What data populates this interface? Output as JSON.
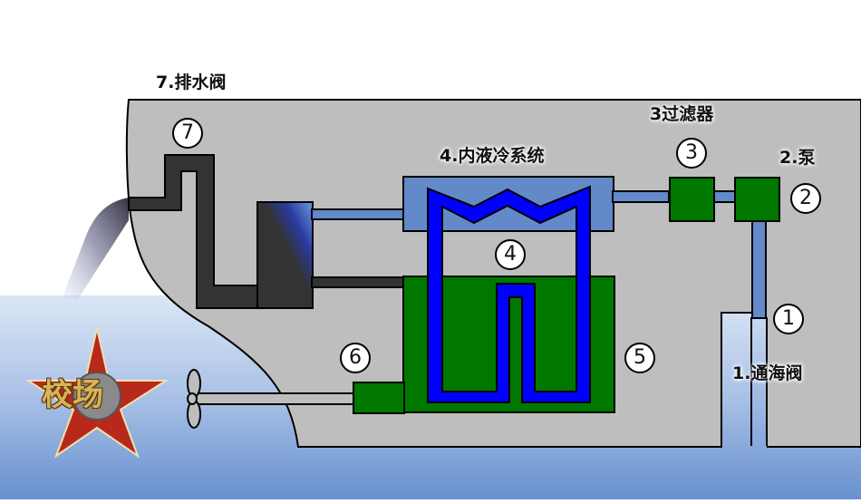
{
  "diagram": {
    "title_components": [
      {
        "id": 1,
        "marker": "1",
        "label": "1.通海阀"
      },
      {
        "id": 2,
        "marker": "2",
        "label": "2.泵"
      },
      {
        "id": 3,
        "marker": "3",
        "label": "3过滤器"
      },
      {
        "id": 4,
        "marker": "4",
        "label": "4.内液冷系统"
      },
      {
        "id": 5,
        "marker": "5",
        "label": ""
      },
      {
        "id": 6,
        "marker": "6",
        "label": ""
      },
      {
        "id": 7,
        "marker": "7",
        "label": "7.排水阀"
      }
    ],
    "logo_text": "校场",
    "colors": {
      "hull": "#bebebe",
      "water_top": "#d6e2f4",
      "water_bottom": "#6a92d0",
      "coolant_pipe": "#6289c8",
      "cooling_loop": "#0000ff",
      "equipment_green": "#007800",
      "exhaust": "#333333",
      "star_red": "#b8291c"
    }
  }
}
